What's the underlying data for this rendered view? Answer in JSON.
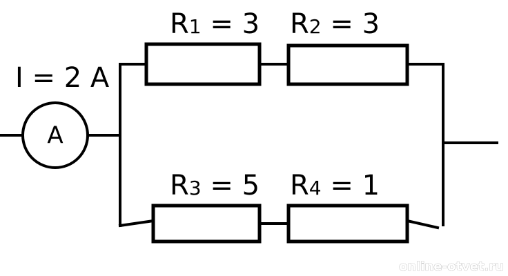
{
  "current_label": "I = 2 A",
  "ammeter": {
    "symbol": "A"
  },
  "resistors": {
    "r1": {
      "name": "R",
      "index": "1",
      "value_text": " = 3"
    },
    "r2": {
      "name": "R",
      "index": "2",
      "value_text": " = 3"
    },
    "r3": {
      "name": "R",
      "index": "3",
      "value_text": " = 5"
    },
    "r4": {
      "name": "R",
      "index": "4",
      "value_text": " = 1"
    }
  },
  "watermark": "online-otvet.ru"
}
